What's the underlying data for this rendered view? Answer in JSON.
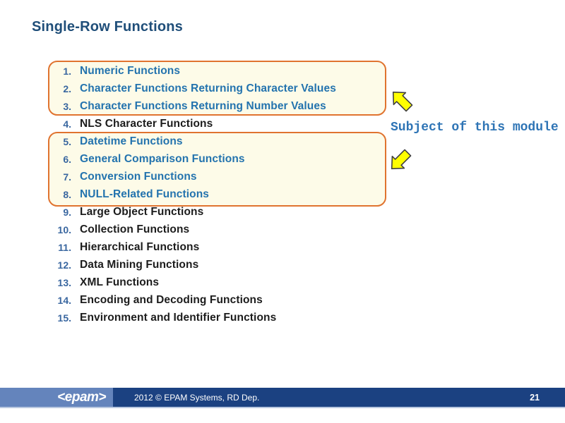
{
  "slide": {
    "title": "Single-Row Functions",
    "annotation": "Subject of this module"
  },
  "list": {
    "items": [
      {
        "num": "1.",
        "label": "Numeric Functions",
        "highlighted": true
      },
      {
        "num": "2.",
        "label": "Character Functions Returning Character Values",
        "highlighted": true
      },
      {
        "num": "3.",
        "label": "Character Functions Returning Number Values",
        "highlighted": true
      },
      {
        "num": "4.",
        "label": "NLS Character Functions",
        "highlighted": false
      },
      {
        "num": "5.",
        "label": "Datetime Functions",
        "highlighted": true
      },
      {
        "num": "6.",
        "label": "General Comparison Functions",
        "highlighted": true
      },
      {
        "num": "7.",
        "label": "Conversion Functions",
        "highlighted": true
      },
      {
        "num": "8.",
        "label": "NULL-Related Functions",
        "highlighted": true
      },
      {
        "num": "9.",
        "label": "Large Object Functions",
        "highlighted": false
      },
      {
        "num": "10.",
        "label": "Collection Functions",
        "highlighted": false
      },
      {
        "num": "11.",
        "label": "Hierarchical Functions",
        "highlighted": false
      },
      {
        "num": "12.",
        "label": "Data Mining Functions",
        "highlighted": false
      },
      {
        "num": "13.",
        "label": "XML Functions",
        "highlighted": false
      },
      {
        "num": "14.",
        "label": "Encoding and Decoding Functions",
        "highlighted": false
      },
      {
        "num": "15.",
        "label": "Environment and Identifier Functions",
        "highlighted": false
      }
    ]
  },
  "icons": {
    "arrow_up_left": "arrow-up-left-icon",
    "arrow_down_left": "arrow-down-left-icon"
  },
  "footer": {
    "logo": "<epam>",
    "copyright": "2012 © EPAM Systems, RD Dep.",
    "page_number": "21"
  },
  "colors": {
    "title_blue": "#1f4e79",
    "highlight_text_blue": "#2373ae",
    "number_blue": "#3a67a0",
    "body_text": "#1c1c1c",
    "box_border_orange": "#e0732f",
    "box_fill_cream": "#fdfbe8",
    "arrow_yellow": "#ffff00",
    "annotation_blue": "#2e74b5",
    "footer_navy": "#1b4181",
    "footer_light_blue": "#6484bc"
  }
}
